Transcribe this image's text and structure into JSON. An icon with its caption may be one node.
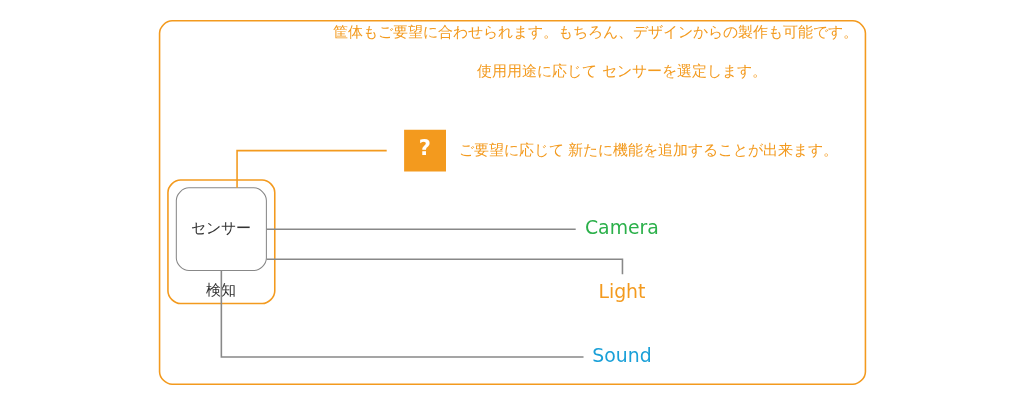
{
  "diagram": {
    "nodes": [
      {
        "text": [
          "筐体もご要望に合わせられます。もちろん、デザインからの製作も可能です。"
        ]
      },
      {
        "text": [
          "検知"
        ],
        "in": 0
      },
      {
        "text": [
          "センサー"
        ],
        "in": 1
      },
      {
        "text": [
          "Sound"
        ],
        "in": 0
      },
      {
        "text": [
          "Light"
        ],
        "in": 0
      },
      {
        "text": [
          "Camera"
        ],
        "in": 0
      },
      {
        "text": [
          "?"
        ],
        "beside": [
          "ご要望に応じて 新たに機能を追加することが出来ます。"
        ],
        "in": 0
      }
    ],
    "edges": [
      {
        "from": 2,
        "to": 3,
        "arrow": "none"
      },
      {
        "from": 2,
        "to": 4,
        "arrow": "none"
      },
      {
        "from": 2,
        "to": 5,
        "arrow": "none"
      },
      {
        "from": 2,
        "to": 6,
        "arrow": "none",
        "color": "#f39a1e"
      }
    ],
    "labels": [
      "使用用途に応じて センサーを選定します。"
    ]
  }
}
